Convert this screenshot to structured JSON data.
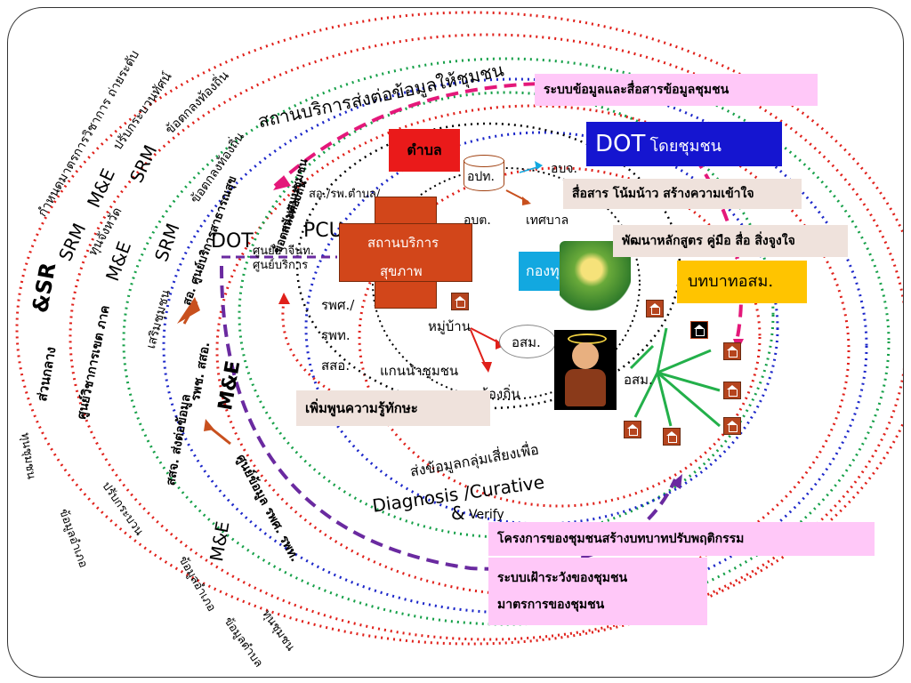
{
  "outer_labels": {
    "arc_community_service": "สถานบริการส่งต่อข้อมูลให้ชุมชน",
    "left_1": "กำหนดมาตรการวิชาการ ถ่ายระดับ",
    "left_2": "SRM",
    "left_3": "M&E",
    "left_4": "ปรับกระบวนทัศน์",
    "left_5": "ทุนจังหวัด",
    "left_6": "SRM",
    "left_7": "ข้อตกลงท้องถิ่น",
    "left_8": "M&E",
    "left_9": "SRM",
    "left_10": "ข้อตกลงท้องถิ่น",
    "left_11": "เสริมชุมชน",
    "left_12": "ส่วนกลาง",
    "left_13": "&SR",
    "left_14": "ศูนย์วิชาการเขต ภาค",
    "left_15": "สอ. ศูนย์บริการสาธารณสุข",
    "left_16": "สนับสนุนชุมชน",
    "left_17": "ข้อตกลงท้องถิ่น",
    "left_18": "รพช. สสอ.",
    "left_19": "M&E",
    "left_20": "สสจ. ส่งต่อข้อมูล",
    "left_21": "M&E",
    "left_22": "ศูนย์ข้อมูล รพศ. รพท.",
    "bottom_1": "ทุนชุมชน",
    "bottom_2": "ข้อมูลอำเภอ",
    "bottom_3": "ปรับกระบวน",
    "bottom_4": "ข้อมูลอำเภอ",
    "bottom_5": "ข้อมูลตำบล",
    "bottom_6": "ทุนชุมชน"
  },
  "center": {
    "dot_label": "DOT",
    "pcu_label": "PCU",
    "cross_line1": "สถานบริการ",
    "cross_line2": "สุขภาพ",
    "tambon_box": "ตำบล",
    "opt_label": "อปท.",
    "obj_label": "อบจ.",
    "obt_label": "อบต.",
    "thesaban_label": "เทศบาล",
    "kongtun_label": "กองทุน",
    "so_label": "สอ./รพ.ตำบล/",
    "lum_label": "ศูนย์บริการ",
    "lum_label_2": "ศูนย์ยาจีนท.",
    "rp_1": "รพศ./",
    "rp_2": "รพท.",
    "rp_3": "สสอ.",
    "village": "หมู่บ้าน",
    "osm_oval": "อสม.",
    "leaders": "แกนนำชุมชน",
    "local": "ท้องถิ่น",
    "osm_2": "อสม.",
    "risk_data": "ส่งข้อมูลกลุ่มเสี่ยงเพื่อ",
    "diagnosis": "Diagnosis /Curative",
    "verify_amp": "&",
    "verify": "Verify"
  },
  "boxes": {
    "community_info": "ระบบข้อมูลและสื่อสารข้อมูลชุมชน",
    "dot_community_1": "DOT",
    "dot_community_2": "โดยชุมชน",
    "communication": "สื่อสาร โน้มน้าว สร้างความเข้าใจ",
    "curriculum": "พัฒนาหลักสูตร คู่มือ สื่อ สิ่งจูงใจ",
    "role_osm": "บทบาทอสม.",
    "knowledge": "เพิ่มพูนความรู้ทักษะ",
    "community_project": "โครงการของชุมชนสร้างบทบาทปรับพฤติกรรม",
    "surveillance": "ระบบเฝ้าระวังของชุมชน",
    "measures": "มาตรการของชุมชน"
  },
  "colors": {
    "red_dot": "#e0201a",
    "blue_dot": "#1c27c9",
    "green_dot": "#16a049",
    "pink_dash": "#e4187a",
    "purple_dash": "#6a2aa0",
    "brown_arrow": "#c8501e",
    "green_arrow": "#23b04a",
    "tambon_red": "#ea1a1a",
    "dot_blue": "#1515d0",
    "cross_orange": "#d2461a",
    "kongtun_cyan": "#12a8e0",
    "role_yellow": "#ffc400",
    "house_brown": "#b5441e"
  },
  "icons": [
    "house-icon",
    "angel-figure-icon",
    "money-figure-icon"
  ]
}
